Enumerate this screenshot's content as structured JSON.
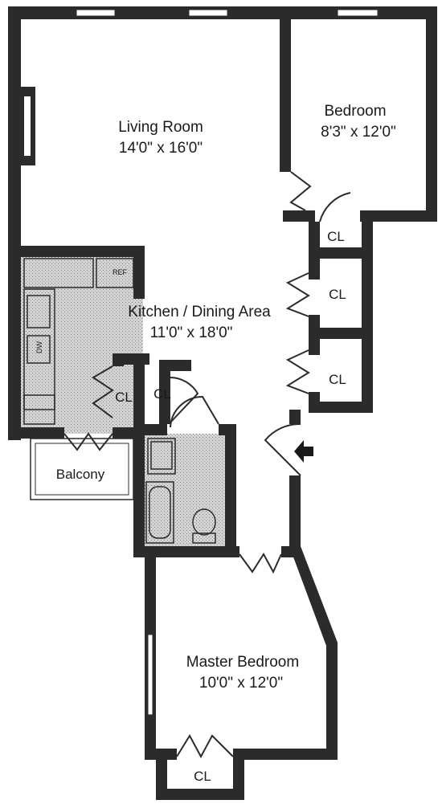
{
  "rooms": {
    "living_room": {
      "name": "Living Room",
      "dims": "14'0\" x 16'0\""
    },
    "bedroom": {
      "name": "Bedroom",
      "dims": "8'3\" x 12'0\""
    },
    "kitchen": {
      "name": "Kitchen / Dining Area",
      "dims": "11'0\" x 18'0\""
    },
    "master_bedroom": {
      "name": "Master Bedroom",
      "dims": "10'0\" x 12'0\""
    },
    "balcony": {
      "name": "Balcony"
    }
  },
  "closets": {
    "closet_1": "CL",
    "closet_2": "CL",
    "closet_3": "CL",
    "closet_4": "CL",
    "closet_5": "CL",
    "closet_6": "CL"
  },
  "appliances": {
    "refrigerator": "REF",
    "dishwasher": "DW"
  },
  "colors": {
    "wall": "#2b2b2b",
    "fill": "#bdbdbd",
    "background": "#ffffff"
  }
}
